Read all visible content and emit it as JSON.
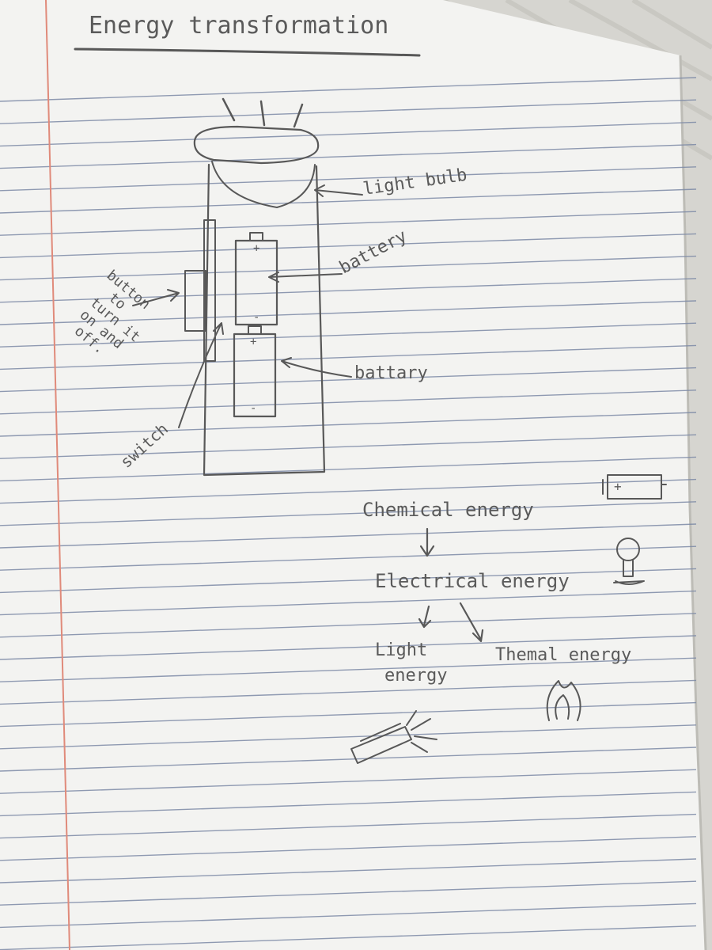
{
  "page": {
    "title": "Energy transformation"
  },
  "diagram": {
    "labels": {
      "light_bulb": "light bulb",
      "battery_top": "battery",
      "battery_bottom": "battary",
      "button_line1": "button",
      "button_line2": "to",
      "button_line3": "turn it",
      "button_line4": "on and",
      "button_line5": "off.",
      "switch": "switch"
    },
    "battery_signs": {
      "plus": "+",
      "minus": "-"
    }
  },
  "flow": {
    "chemical": "Chemical energy",
    "electrical": "Electrical energy",
    "light_line1": "Light",
    "light_line2": "energy",
    "thermal": "Themal energy"
  },
  "colors": {
    "paper": "#f4f4f2",
    "rule_line": "#7d8aa6",
    "margin_line": "#e08a7a",
    "pencil": "#585858"
  }
}
